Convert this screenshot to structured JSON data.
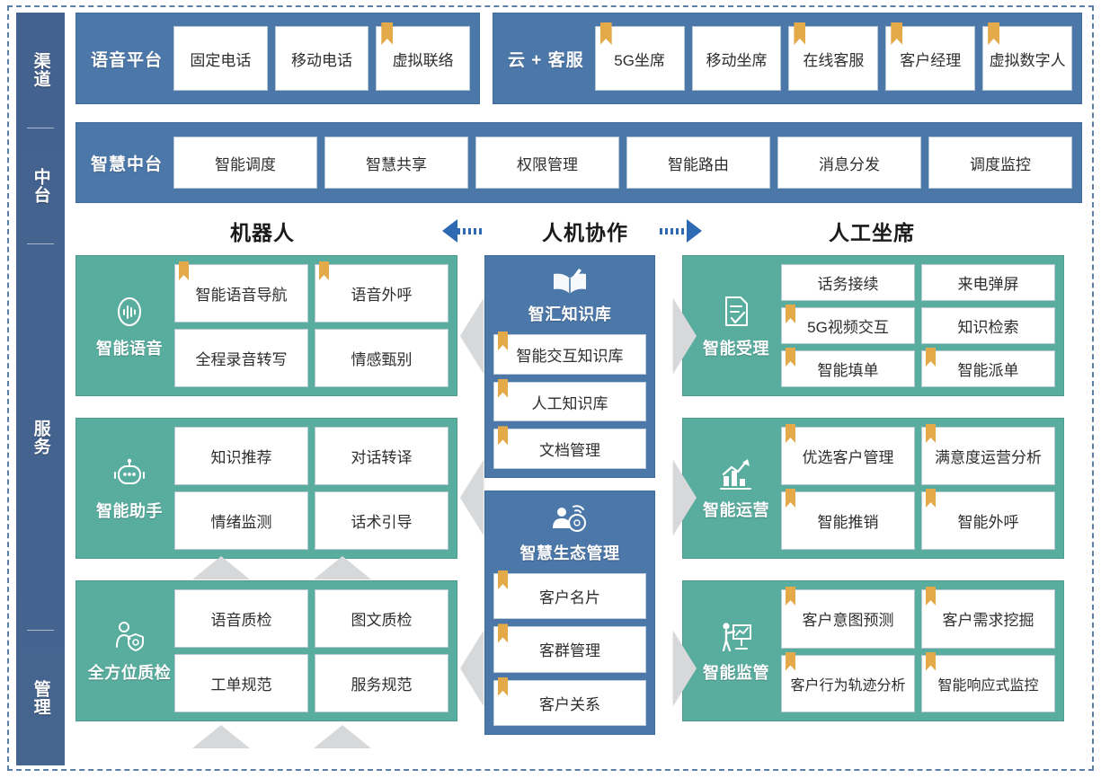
{
  "rail": {
    "items": [
      {
        "label": "渠道",
        "name": "rail-item-channel"
      },
      {
        "label": "中台",
        "name": "rail-item-midplatform"
      },
      {
        "label": "服务",
        "name": "rail-item-service"
      },
      {
        "label": "管理",
        "name": "rail-item-management"
      }
    ]
  },
  "colors": {
    "blue": "#4b77a9",
    "rail_blue": "#456493",
    "green": "#59ad9f",
    "bookmark_gold": "#e4a948",
    "arrow_blue": "#2e69b4",
    "connector_gray": "#d6d8da",
    "dashed_border": "#5b7fa6"
  },
  "channel": {
    "voice_platform": {
      "title": "语音平台",
      "cells": [
        {
          "label": "固定电话",
          "bookmark": false
        },
        {
          "label": "移动电话",
          "bookmark": false
        },
        {
          "label": "虚拟联络",
          "bookmark": true
        }
      ]
    },
    "cloud_service": {
      "title": "云 + 客服",
      "cells": [
        {
          "label": "5G坐席",
          "bookmark": true
        },
        {
          "label": "移动坐席",
          "bookmark": false
        },
        {
          "label": "在线客服",
          "bookmark": true
        },
        {
          "label": "客户经理",
          "bookmark": true
        },
        {
          "label": "虚拟数字人",
          "bookmark": true
        }
      ]
    }
  },
  "midplatform": {
    "title": "智慧中台",
    "cells": [
      {
        "label": "智能调度",
        "bookmark": false
      },
      {
        "label": "智慧共享",
        "bookmark": false
      },
      {
        "label": "权限管理",
        "bookmark": false
      },
      {
        "label": "智能路由",
        "bookmark": false
      },
      {
        "label": "消息分发",
        "bookmark": false
      },
      {
        "label": "调度监控",
        "bookmark": false
      }
    ]
  },
  "section_header": {
    "left": "机器人",
    "center": "人机协作",
    "right": "人工坐席"
  },
  "left_column": [
    {
      "title": "智能语音",
      "icon": "voice-wave-icon",
      "cells": [
        {
          "label": "智能语音导航",
          "bookmark": true
        },
        {
          "label": "语音外呼",
          "bookmark": true
        },
        {
          "label": "全程录音转写",
          "bookmark": false
        },
        {
          "label": "情感甄别",
          "bookmark": false
        }
      ]
    },
    {
      "title": "智能助手",
      "icon": "robot-icon",
      "cells": [
        {
          "label": "知识推荐",
          "bookmark": false
        },
        {
          "label": "对话转译",
          "bookmark": false
        },
        {
          "label": "情绪监测",
          "bookmark": false
        },
        {
          "label": "话术引导",
          "bookmark": false
        }
      ]
    },
    {
      "title": "全方位质检",
      "icon": "person-shield-icon",
      "cells": [
        {
          "label": "语音质检",
          "bookmark": false
        },
        {
          "label": "图文质检",
          "bookmark": false
        },
        {
          "label": "工单规范",
          "bookmark": false
        },
        {
          "label": "服务规范",
          "bookmark": false
        }
      ]
    }
  ],
  "mid_column": [
    {
      "title": "智汇知识库",
      "icon": "open-book-icon",
      "cells": [
        {
          "label": "智能交互知识库",
          "bookmark": true
        },
        {
          "label": "人工知识库",
          "bookmark": true
        },
        {
          "label": "文档管理",
          "bookmark": true
        }
      ]
    },
    {
      "title": "智慧生态管理",
      "icon": "user-network-icon",
      "cells": [
        {
          "label": "客户名片",
          "bookmark": true
        },
        {
          "label": "客群管理",
          "bookmark": true
        },
        {
          "label": "客户关系",
          "bookmark": true
        }
      ]
    }
  ],
  "right_column": [
    {
      "title": "智能受理",
      "icon": "document-check-icon",
      "cells": [
        {
          "label": "话务接续",
          "bookmark": false
        },
        {
          "label": "来电弹屏",
          "bookmark": false
        },
        {
          "label": "5G视频交互",
          "bookmark": true
        },
        {
          "label": "知识检索",
          "bookmark": false
        },
        {
          "label": "智能填单",
          "bookmark": true
        },
        {
          "label": "智能派单",
          "bookmark": true
        }
      ]
    },
    {
      "title": "智能运营",
      "icon": "growth-chart-icon",
      "cells": [
        {
          "label": "优选客户管理",
          "bookmark": true
        },
        {
          "label": "满意度运营分析",
          "bookmark": true
        },
        {
          "label": "智能推销",
          "bookmark": true
        },
        {
          "label": "智能外呼",
          "bookmark": true
        }
      ]
    },
    {
      "title": "智能监管",
      "icon": "presenter-board-icon",
      "cells": [
        {
          "label": "客户意图预测",
          "bookmark": true
        },
        {
          "label": "客户需求挖掘",
          "bookmark": true
        },
        {
          "label": "客户行为轨迹分析",
          "bookmark": true
        },
        {
          "label": "智能响应式监控",
          "bookmark": true
        }
      ]
    }
  ]
}
